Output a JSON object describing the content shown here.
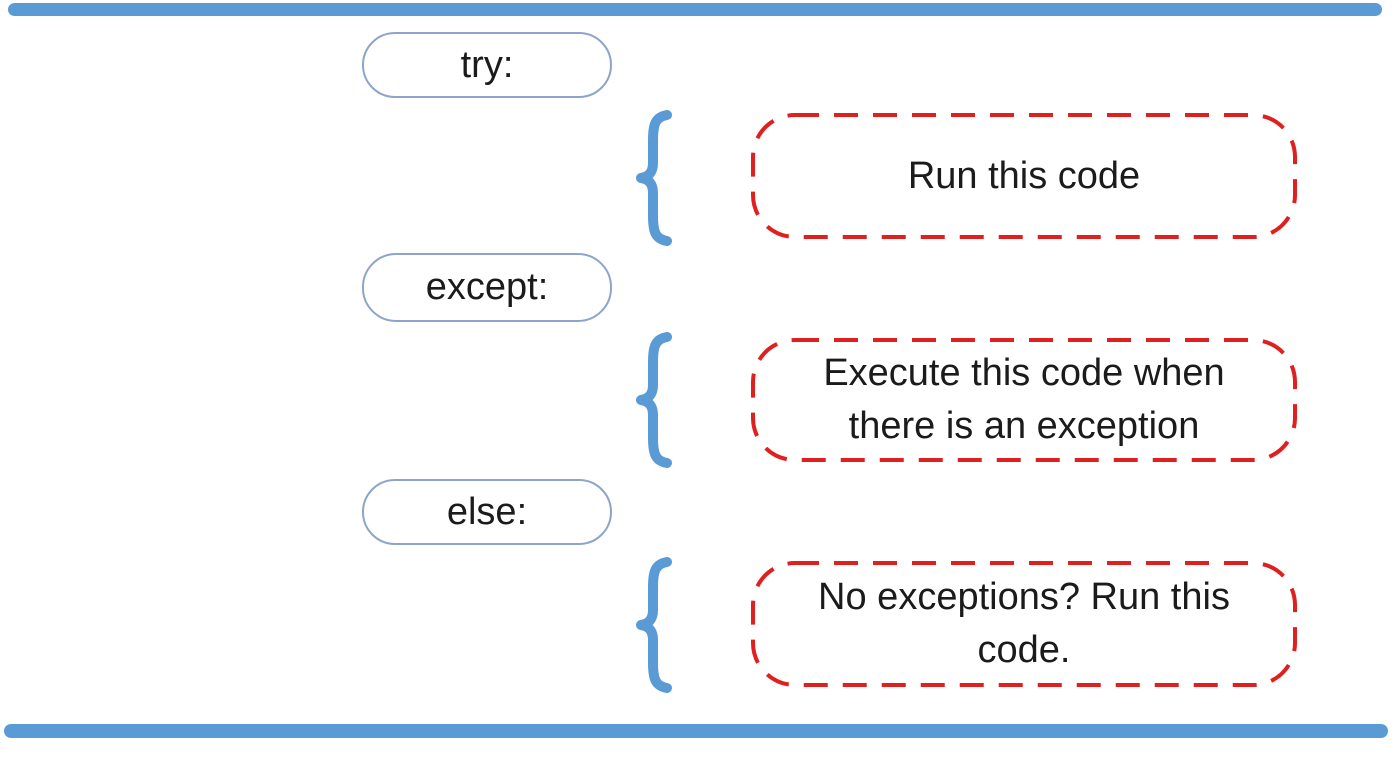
{
  "diagram": {
    "rows": [
      {
        "keyword": "try:",
        "brace_glyph": "{",
        "note_lines": [
          "Run this code"
        ]
      },
      {
        "keyword": "except:",
        "brace_glyph": "{",
        "note_lines": [
          "Execute this code when",
          "there is an exception"
        ]
      },
      {
        "keyword": "else:",
        "brace_glyph": "{",
        "note_lines": [
          "No exceptions? Run this",
          "code."
        ]
      }
    ],
    "colors": {
      "accent_blue": "#5b9bd5",
      "pill_border_blue": "#8ca5c8",
      "dashed_red": "#e01f1f",
      "text": "#1b1b1b",
      "background": "#ffffff"
    }
  }
}
